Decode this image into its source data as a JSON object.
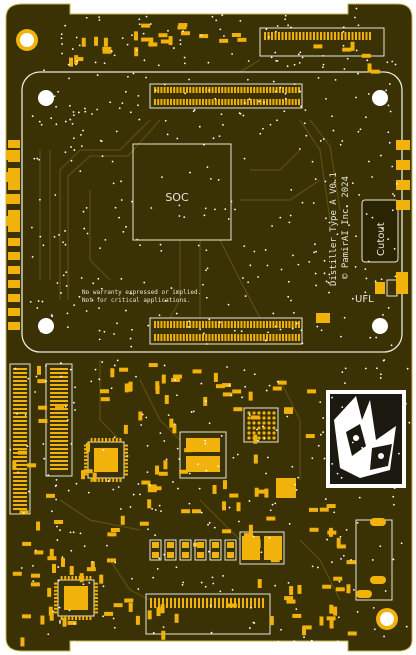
{
  "colors": {
    "board": "#3a3104",
    "board_dark": "#2b2402",
    "copper": "#f2b20c",
    "silk": "#e8e8d8",
    "trace": "#5a4a10",
    "via": "#ffffff"
  },
  "labels": {
    "soc": "SOC",
    "cutout": "Cutout",
    "ufl": "UFL",
    "title_line1": "Distiller Type A V0.1",
    "title_line2": "© PamirAI Inc. 2024",
    "warranty_line1": "No warranty expressed or implied.",
    "warranty_line2": "Not for critical applications."
  },
  "logo": {
    "name": "artwork-logo"
  }
}
